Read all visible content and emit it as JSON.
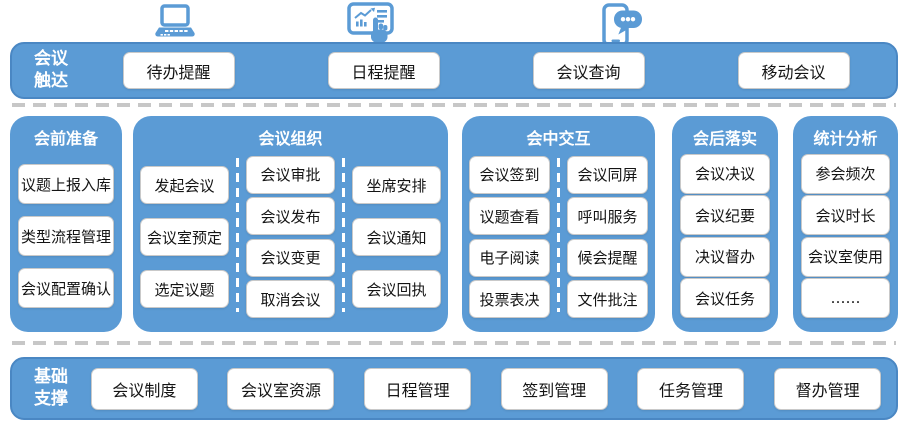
{
  "colors": {
    "primary_blue": "#5B9BD5",
    "bar_border_blue": "#4A87C3",
    "box_border_gray": "#C9C9C9",
    "dash_gray": "#C7C7C7"
  },
  "icons": [
    "laptop-icon",
    "tablet-touch-chart-icon",
    "phone-chat-icon"
  ],
  "reach_bar": {
    "label": "会议触达",
    "items": [
      "待办提醒",
      "日程提醒",
      "会议查询",
      "移动会议"
    ]
  },
  "columns": [
    {
      "title": "会前准备",
      "groups": [
        [
          "议题上报入库",
          "类型流程管理",
          "会议配置确认"
        ]
      ]
    },
    {
      "title": "会议组织",
      "groups": [
        [
          "发起会议",
          "会议室预定",
          "选定议题"
        ],
        [
          "会议审批",
          "会议发布",
          "会议变更",
          "取消会议"
        ],
        [
          "坐席安排",
          "会议通知",
          "会议回执"
        ]
      ]
    },
    {
      "title": "会中交互",
      "groups": [
        [
          "会议签到",
          "议题查看",
          "电子阅读",
          "投票表决"
        ],
        [
          "会议同屏",
          "呼叫服务",
          "候会提醒",
          "文件批注"
        ]
      ]
    },
    {
      "title": "会后落实",
      "groups": [
        [
          "会议决议",
          "会议纪要",
          "决议督办",
          "会议任务"
        ]
      ]
    },
    {
      "title": "统计分析",
      "groups": [
        [
          "参会频次",
          "会议时长",
          "会议室使用",
          "……"
        ]
      ]
    }
  ],
  "support_bar": {
    "label": "基础支撑",
    "items": [
      "会议制度",
      "会议室资源",
      "日程管理",
      "签到管理",
      "任务管理",
      "督办管理"
    ]
  }
}
